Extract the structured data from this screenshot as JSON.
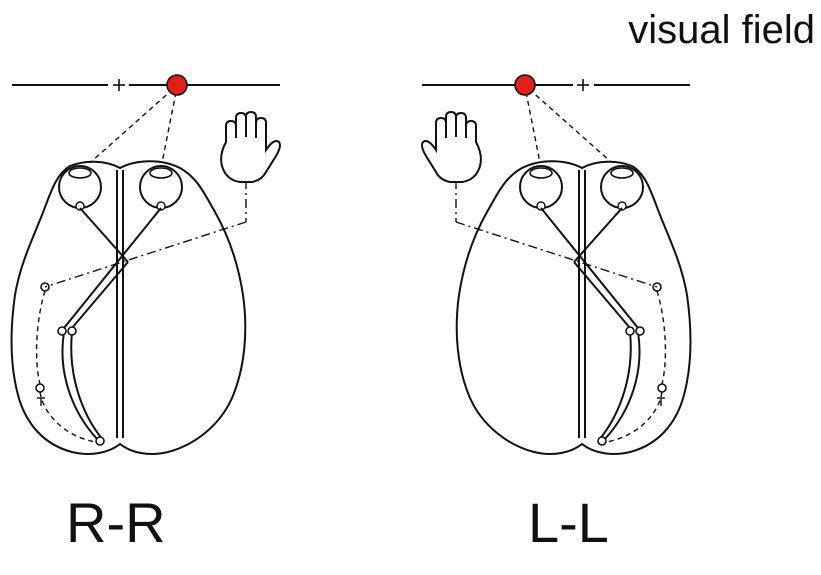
{
  "figure": {
    "field_label": "visual field",
    "panels": [
      {
        "id": "rr",
        "label": "R-R"
      },
      {
        "id": "ll",
        "label": "L-L"
      }
    ],
    "fixation_marker": "+",
    "colors": {
      "stimulus": "#e0201a",
      "ink": "#111111",
      "background": "#ffffff"
    },
    "icons": [
      "hand-icon",
      "eye-icon",
      "stimulus-dot-icon",
      "fixation-cross-icon"
    ]
  }
}
